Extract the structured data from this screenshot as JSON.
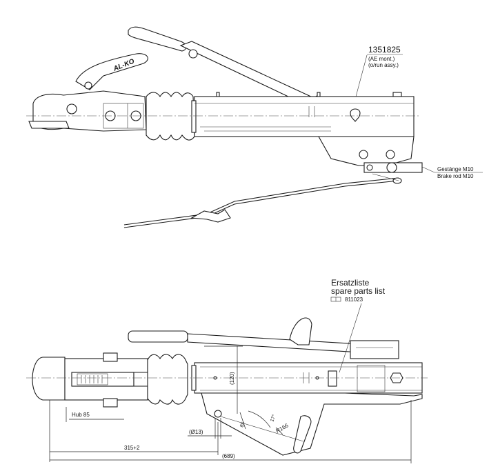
{
  "part_number": "1351825",
  "part_note_1": "(AE mont.)",
  "part_note_2": "(o/run assy.)",
  "brand_text": "AL-KO",
  "rod_label_1": "Gestänge M10",
  "rod_label_2": "Brake rod M10",
  "spare_title_1": "Ersatzliste",
  "spare_title_2": "spare parts list",
  "spare_number": "811023",
  "dim_stroke": "Hub 85",
  "dim_pin": "(Ø13)",
  "dim_length_a": "315+2",
  "dim_length_b": "(689)",
  "dim_height": "(120)",
  "dim_r": "R166",
  "dim_a1": "85",
  "dim_a2": "17°"
}
